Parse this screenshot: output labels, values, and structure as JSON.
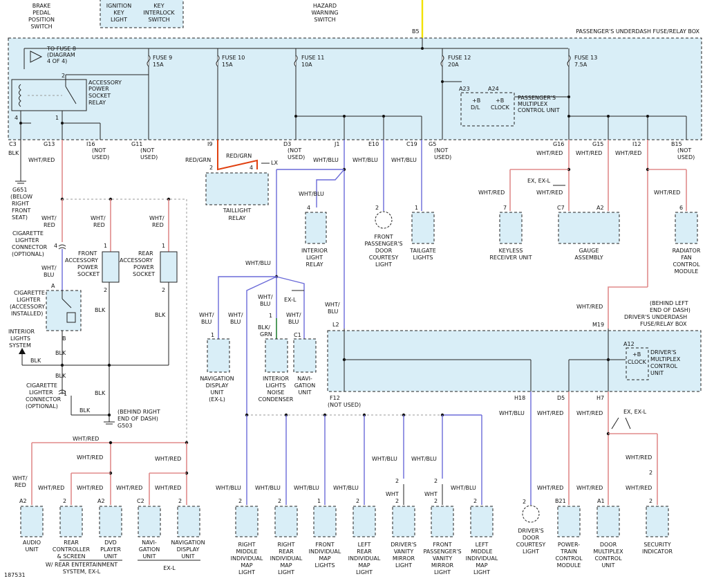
{
  "top": {
    "brake": [
      "BRAKE",
      "PEDAL",
      "POSITION",
      "SWITCH"
    ],
    "ign": [
      "IGNITION",
      "KEY",
      "LIGHT"
    ],
    "keyint": [
      "KEY",
      "INTERLOCK",
      "SWITCH"
    ],
    "hazard": [
      "HAZARD",
      "WARNING",
      "SWITCH"
    ],
    "b5": "B5",
    "box_title": "PASSENGER'S UNDERDASH FUSE/RELAY BOX"
  },
  "fuse_box": {
    "tofuse": [
      "TO FUSE 8",
      "(DIAGRAM",
      "4 OF 4)"
    ],
    "relay": [
      "ACCESSORY",
      "POWER",
      "SOCKET",
      "RELAY"
    ],
    "pins": [
      "2",
      "4",
      "1"
    ],
    "fuses": [
      {
        "name": "FUSE 9",
        "amp": "15A"
      },
      {
        "name": "FUSE 10",
        "amp": "15A"
      },
      {
        "name": "FUSE 11",
        "amp": "10A"
      },
      {
        "name": "FUSE 12",
        "amp": "20A"
      },
      {
        "name": "FUSE 13",
        "amp": "7.5A"
      }
    ],
    "mcu": {
      "a23": "A23",
      "a24": "A24",
      "b_dl": [
        "+B",
        "D/L"
      ],
      "b_clock": [
        "+B",
        "CLOCK"
      ],
      "name": [
        "PASSENGER'S",
        "MULTIPLEX",
        "CONTROL UNIT"
      ]
    }
  },
  "connectors": [
    {
      "id": "C3",
      "sub": [
        "BLK"
      ]
    },
    {
      "id": "G13",
      "sub": []
    },
    {
      "id": "I16",
      "sub": [
        "(NOT",
        "USED)"
      ]
    },
    {
      "id": "G11",
      "sub": [
        "(NOT",
        "USED)"
      ]
    },
    {
      "id": "I9",
      "sub": []
    },
    {
      "id": "D3",
      "sub": [
        "(NOT",
        "USED)"
      ]
    },
    {
      "id": "J1",
      "sub": []
    },
    {
      "id": "E10",
      "sub": []
    },
    {
      "id": "C19",
      "sub": []
    },
    {
      "id": "G5",
      "sub": [
        "(NOT",
        "USED)"
      ]
    },
    {
      "id": "G16",
      "sub": []
    },
    {
      "id": "G15",
      "sub": []
    },
    {
      "id": "I12",
      "sub": []
    },
    {
      "id": "B15",
      "sub": [
        "(NOT",
        "USED)"
      ]
    }
  ],
  "wires": {
    "wht_red": "WHT/RED",
    "wht_blu": "WHT/BLU",
    "red_grn": "RED/GRN",
    "blk": "BLK",
    "blk_grn": [
      "BLK/",
      "GRN"
    ],
    "wht_red2": [
      "WHT/",
      "RED"
    ],
    "wht_blu2": [
      "WHT/",
      "BLU"
    ],
    "wht": "WHT",
    "lx": "LX",
    "ex_exl": "EX, EX-L",
    "exl": "EX-L"
  },
  "ground": {
    "g651": [
      "G651",
      "(BELOW",
      "RIGHT",
      "FRONT",
      "SEAT)"
    ],
    "g503": [
      "(BEHIND RIGHT",
      "END OF DASH)",
      "G503"
    ]
  },
  "left": {
    "cig_conn1": [
      "CIGARETTE",
      "LIGHTER",
      "CONNECTOR",
      "(OPTIONAL)"
    ],
    "cig_lighter": [
      "CIGARETTE",
      "LIGHTER",
      "(ACCESSORY",
      "INSTALLED)"
    ],
    "interior_sys": [
      "INTERIOR",
      "LIGHTS",
      "SYSTEM"
    ],
    "cig_conn2": [
      "CIGARETTE",
      "LIGHTER",
      "CONNECTOR",
      "(OPTIONAL)"
    ],
    "front_socket": [
      "FRONT",
      "ACCESSORY",
      "POWER",
      "SOCKET"
    ],
    "rear_socket": [
      "REAR",
      "ACCESSORY",
      "POWER",
      "SOCKET"
    ]
  },
  "components": {
    "taillight_relay": [
      "TAILLIGHT",
      "RELAY"
    ],
    "interior_relay": [
      "INTERIOR",
      "LIGHT",
      "RELAY"
    ],
    "door_light": [
      "FRONT",
      "PASSENGER'S",
      "DOOR",
      "COURTESY",
      "LIGHT"
    ],
    "tailgate": [
      "TAILGATE",
      "LIGHTS"
    ],
    "keyless": [
      "KEYLESS",
      "RECEIVER UNIT"
    ],
    "gauge": [
      "GAUGE",
      "ASSEMBLY"
    ],
    "fan": [
      "RADIATOR",
      "FAN",
      "CONTROL",
      "MODULE"
    ],
    "nav_disp": [
      "NAVIGATION",
      "DISPLAY",
      "UNIT",
      "(EX-L)"
    ],
    "noise_cond": [
      "INTERIOR",
      "LIGHTS",
      "NOISE",
      "CONDENSER"
    ],
    "nav_unit": [
      "NAVI-",
      "GATION",
      "UNIT"
    ]
  },
  "driver_box": {
    "loc": [
      "(BEHIND LEFT",
      "END OF DASH)",
      "DRIVER'S UNDERDASH",
      "FUSE/RELAY BOX"
    ],
    "m19": "M19",
    "l2": "L2",
    "f12": [
      "F12",
      "(NOT USED)"
    ],
    "h18": "H18",
    "d5": "D5",
    "h7": "H7",
    "a12": "A12",
    "clock": [
      "+B",
      "CLOCK"
    ],
    "mcu": [
      "DRIVER'S",
      "MULTIPLEX",
      "CONTROL",
      "UNIT"
    ]
  },
  "bottom": [
    {
      "pin": "A2",
      "name": [
        "AUDIO",
        "UNIT"
      ]
    },
    {
      "pin": "2",
      "name": [
        "REAR",
        "CONTROLLER",
        "& SCREEN"
      ]
    },
    {
      "pin": "A2",
      "name": [
        "DVD",
        "PLAYER",
        "UNIT"
      ]
    },
    {
      "pin": "C2",
      "name": [
        "NAVI-",
        "GATION",
        "UNIT"
      ]
    },
    {
      "pin": "2",
      "name": [
        "NAVIGATION",
        "DISPLAY",
        "UNIT"
      ]
    },
    {
      "pin": "2",
      "name": [
        "RIGHT",
        "MIDDLE",
        "INDIVIDUAL",
        "MAP",
        "LIGHT"
      ]
    },
    {
      "pin": "2",
      "name": [
        "RIGHT",
        "REAR",
        "INDIVIDUAL",
        "MAP",
        "LIGHT"
      ]
    },
    {
      "pin": "1",
      "name": [
        "FRONT",
        "INDIVIDUAL",
        "MAP",
        "LIGHTS"
      ]
    },
    {
      "pin": "2",
      "name": [
        "LEFT",
        "REAR",
        "INDIVIDUAL",
        "MAP",
        "LIGHT"
      ]
    },
    {
      "pin": "2",
      "name": [
        "DRIVER'S",
        "VANITY",
        "MIRROR",
        "LIGHT"
      ]
    },
    {
      "pin": "2",
      "name": [
        "FRONT",
        "PASSENGER'S",
        "VANITY",
        "MIRROR",
        "LIGHT"
      ]
    },
    {
      "pin": "2",
      "name": [
        "LEFT",
        "MIDDLE",
        "INDIVIDUAL",
        "MAP",
        "LIGHT"
      ]
    },
    {
      "pin": "2",
      "name": [
        "DRIVER'S",
        "DOOR",
        "COURTESY",
        "LIGHT"
      ]
    },
    {
      "pin": "B21",
      "name": [
        "POWER-",
        "TRAIN",
        "CONTROL",
        "MODULE"
      ]
    },
    {
      "pin": "A1",
      "name": [
        "DOOR",
        "MULTIPLEX",
        "CONTROL",
        "UNIT"
      ]
    },
    {
      "pin": "2",
      "name": [
        "SECURITY",
        "INDICATOR"
      ]
    }
  ],
  "groups": {
    "rear_ent": [
      "W/ REAR ENTERTAINMENT",
      "SYSTEM, EX-L"
    ],
    "exl": "EX-L"
  },
  "misc": {
    "p4": "4",
    "p1": "1",
    "p2": "2",
    "p7": "7",
    "pc7": "C7",
    "pa2": "A2",
    "p6": "6",
    "pc1": "C1",
    "pa": "A",
    "pb": "B",
    "fig": "187531"
  }
}
